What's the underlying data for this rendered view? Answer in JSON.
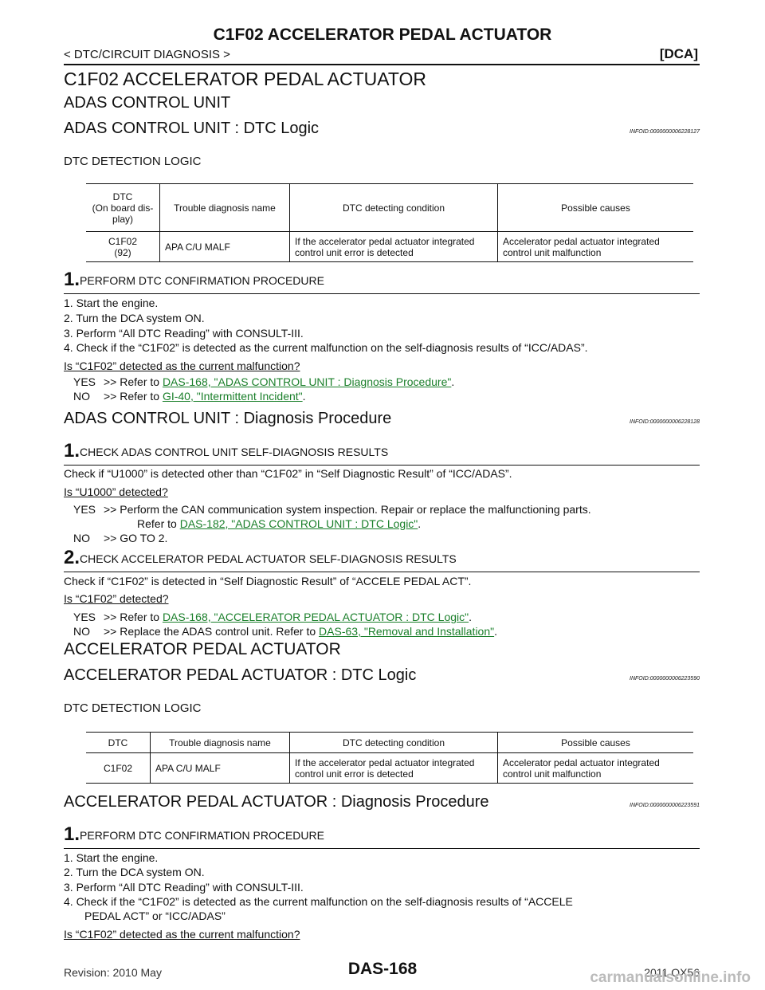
{
  "header": {
    "title": "C1F02 ACCELERATOR PEDAL ACTUATOR",
    "subtitle": "< DTC/CIRCUIT DIAGNOSIS >",
    "tag": "[DCA]"
  },
  "sec1": {
    "title": "C1F02 ACCELERATOR PEDAL ACTUATOR",
    "subtitle": "ADAS CONTROL UNIT",
    "dtc_logic_title": "ADAS CONTROL UNIT : DTC Logic",
    "dtc_logic_infoid": "INFOID:0000000006228127",
    "detection_label": "DTC DETECTION LOGIC",
    "table": {
      "h1": "DTC\n(On board dis-\nplay)",
      "h2": "Trouble diagnosis name",
      "h3": "DTC detecting condition",
      "h4": "Possible causes",
      "r1c1": "C1F02\n(92)",
      "r1c2": "APA C/U MALF",
      "r1c3": "If the accelerator pedal actuator integrated\ncontrol unit error is detected",
      "r1c4": "Accelerator pedal actuator integrated\ncontrol unit malfunction"
    },
    "step1_num": "1.",
    "step1_title": "PERFORM DTC CONFIRMATION PROCEDURE",
    "step1_lines": [
      "1.  Start the engine.",
      "2.  Turn the DCA system ON.",
      "3.  Perform “All DTC Reading” with CONSULT-III.",
      "4.  Check if the “C1F02” is detected as the current malfunction on the self-diagnosis results of “ICC/ADAS”."
    ],
    "step1_question": "Is “C1F02” detected as the current malfunction?",
    "yes_key": "YES",
    "yes_text": ">> Refer to ",
    "yes_link": "DAS-168, \"ADAS CONTROL UNIT : Diagnosis Procedure\"",
    "no_key": "NO",
    "no_text": ">> Refer to ",
    "no_link": "GI-40, \"Intermittent Incident\"",
    "diag_title": "ADAS CONTROL UNIT : Diagnosis Procedure",
    "diag_infoid": "INFOID:0000000006228128",
    "d1_num": "1.",
    "d1_title": "CHECK ADAS CONTROL UNIT SELF-DIAGNOSIS RESULTS",
    "d1_text": "Check if “U1000” is detected other than “C1F02” in “Self Diagnostic Result” of “ICC/ADAS”.",
    "d1_question": "Is “U1000” detected?",
    "d1_yes_text": ">> Perform the CAN communication system inspection. Repair or replace the malfunctioning parts.",
    "d1_yes_refer": "Refer to ",
    "d1_yes_link": "DAS-182, \"ADAS CONTROL UNIT : DTC Logic\"",
    "d1_no_text": ">> GO TO 2.",
    "d2_num": "2.",
    "d2_title": "CHECK ACCELERATOR PEDAL ACTUATOR SELF-DIAGNOSIS RESULTS",
    "d2_text": "Check if “C1F02” is detected in “Self Diagnostic Result” of “ACCELE PEDAL ACT”.",
    "d2_question": "Is “C1F02” detected?",
    "d2_yes_text": ">> Refer to ",
    "d2_yes_link": "DAS-168, \"ACCELERATOR PEDAL ACTUATOR : DTC Logic\"",
    "d2_no_text": ">> Replace the ADAS control unit. Refer to ",
    "d2_no_link": "DAS-63, \"Removal and Installation\""
  },
  "sec2": {
    "subtitle": "ACCELERATOR PEDAL ACTUATOR",
    "dtc_logic_title": "ACCELERATOR PEDAL ACTUATOR : DTC Logic",
    "dtc_logic_infoid": "INFOID:0000000006223590",
    "detection_label": "DTC DETECTION LOGIC",
    "table": {
      "h1": "DTC",
      "h2": "Trouble diagnosis name",
      "h3": "DTC detecting condition",
      "h4": "Possible causes",
      "r1c1": "C1F02",
      "r1c2": "APA C/U MALF",
      "r1c3": "If the accelerator pedal actuator integrated\ncontrol unit error is detected",
      "r1c4": "Accelerator pedal actuator integrated\ncontrol unit malfunction"
    },
    "diag_title": "ACCELERATOR PEDAL ACTUATOR : Diagnosis Procedure",
    "diag_infoid": "INFOID:0000000006223591",
    "p1_num": "1.",
    "p1_title": "PERFORM DTC CONFIRMATION PROCEDURE",
    "p1_lines": [
      "1.  Start the engine.",
      "2.  Turn the DCA system ON.",
      "3.  Perform “All DTC Reading” with CONSULT-III."
    ],
    "p1_line4a": "4.  Check if the “C1F02” is detected as the current malfunction on the self-diagnosis results of “ACCELE",
    "p1_line4b": "PEDAL ACT” or “ICC/ADAS”",
    "p1_question": "Is “C1F02” detected as the current malfunction?"
  },
  "footer": {
    "revision": "Revision: 2010 May",
    "page": "DAS-168",
    "model": "2011 QX56",
    "watermark": "carmanualsonline.info"
  }
}
